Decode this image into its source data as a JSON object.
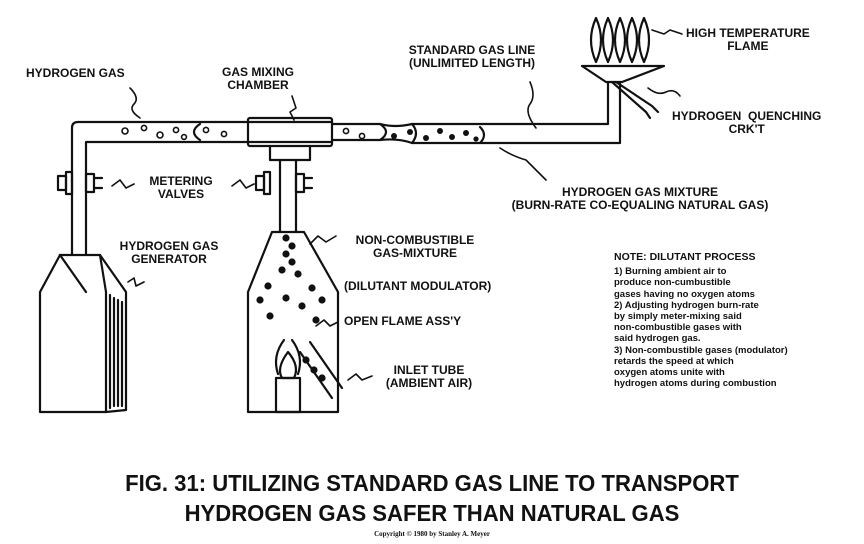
{
  "labels": {
    "hydrogen_gas": "HYDROGEN GAS",
    "gas_mixing_chamber": "GAS MIXING\nCHAMBER",
    "standard_gas_line": "STANDARD GAS LINE\n(UNLIMITED LENGTH)",
    "high_temperature_flame": "HIGH TEMPERATURE\nFLAME",
    "hydrogen_quenching": "HYDROGEN  QUENCHING\nCRK'T",
    "metering_valves": "METERING\nVALVES",
    "hydrogen_gas_mixture": "HYDROGEN GAS MIXTURE\n(BURN-RATE CO-EQUALING NATURAL GAS)",
    "non_combustible": "NON-COMBUSTIBLE\nGAS-MIXTURE",
    "hydrogen_gas_generator": "HYDROGEN GAS\nGENERATOR",
    "dilutant_modulator": "(DILUTANT MODULATOR)",
    "open_flame": "OPEN FLAME ASS'Y",
    "inlet_tube": "INLET TUBE\n(AMBIENT AIR)"
  },
  "note": {
    "heading": "NOTE: DILUTANT PROCESS",
    "items": [
      "1) Burning ambient air to\nproduce non-cumbustible\ngases having no oxygen atoms",
      "2) Adjusting hydrogen burn-rate\nby simply meter-mixing said\nnon-combustible gases with\nsaid hydrogen gas.",
      "3) Non-combustible gases (modulator)\nretards the speed at which\noxygen atoms unite with\nhydrogen atoms during combustion"
    ]
  },
  "title": {
    "line1": "FIG. 31: UTILIZING STANDARD GAS LINE  TO TRANSPORT",
    "line2": "HYDROGEN GAS  SAFER THAN NATURAL GAS"
  },
  "copyright": "Copyright © 1980 by Stanley A. Meyer"
}
